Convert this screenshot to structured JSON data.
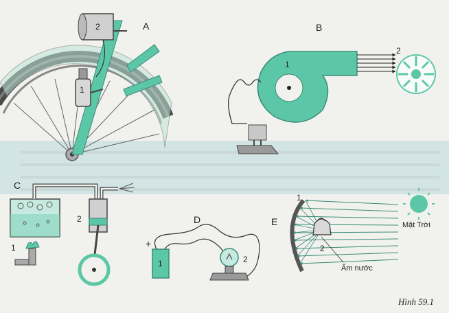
{
  "figure": {
    "caption": "Hình 59.1",
    "panels": {
      "A": {
        "label": "A",
        "part1": "1",
        "part2": "2"
      },
      "B": {
        "label": "B",
        "part1": "1",
        "part2": "2"
      },
      "C": {
        "label": "C",
        "part1": "1",
        "part2": "2"
      },
      "D": {
        "label": "D",
        "part1": "1",
        "part2": "2",
        "plus": "+"
      },
      "E": {
        "label": "E",
        "part1": "1",
        "part2": "2",
        "kettle": "Ấm nước",
        "sun": "Mặt Trời"
      }
    }
  },
  "colors": {
    "accent": "#5cc7a6",
    "accent_light": "#a9e2cf",
    "band": "#cfe3e3",
    "ink": "#333333",
    "tire": "#555555"
  }
}
